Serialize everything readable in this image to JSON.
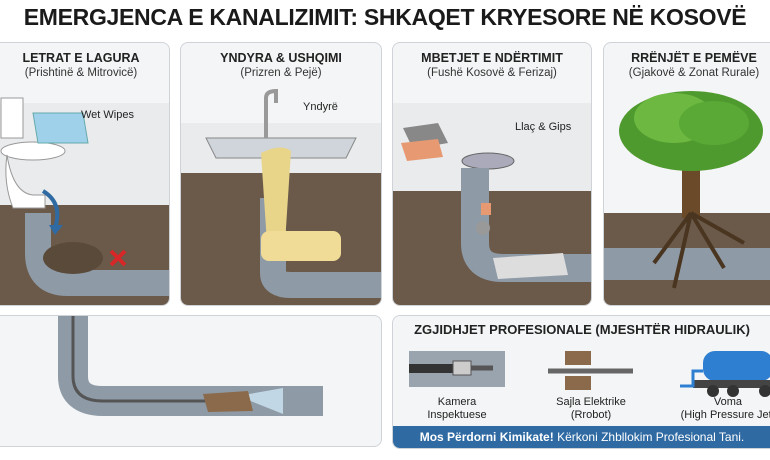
{
  "title": "EMERGJENCA E KANALIZIMIT: SHKAQET KRYESORE NË KOSOVË",
  "causes": [
    {
      "heading": "LETRAT E LAGURA",
      "region": "(Prishtinë & Mitrovicë)",
      "label": "Wet Wipes"
    },
    {
      "heading": "YNDYRA & USHQIMI",
      "region": "(Prizren & Pejë)",
      "label": "Yndyrë"
    },
    {
      "heading": "MBETJET E NDËRTIMIT",
      "region": "(Fushë Kosovë & Ferizaj)",
      "label": "Llaç & Gips"
    },
    {
      "heading": "RRËNJËT E PEMËVE",
      "region": "(Gjakovë & Zonat Rurale)"
    }
  ],
  "solutions": {
    "heading": "ZGJIDHJET PROFESIONALE (MJESHTËR HIDRAULIK)",
    "items": [
      {
        "line1": "Kamera",
        "line2": "Inspektuese",
        "icon": "camera-icon"
      },
      {
        "line1": "Sajla Elektrike",
        "line2": "(Rrobot)",
        "icon": "cable-icon"
      },
      {
        "line1": "Voma",
        "line2": "(High Pressure Jet)",
        "icon": "truck-icon"
      }
    ],
    "banner_bold": "Mos Përdorni Kimikate!",
    "banner_text": " Kërkoni Zhbllokim Profesional Tani."
  },
  "colors": {
    "accent": "#2f6aa3",
    "pipe": "#8e9aa6",
    "soil": "#6b5a4a"
  }
}
